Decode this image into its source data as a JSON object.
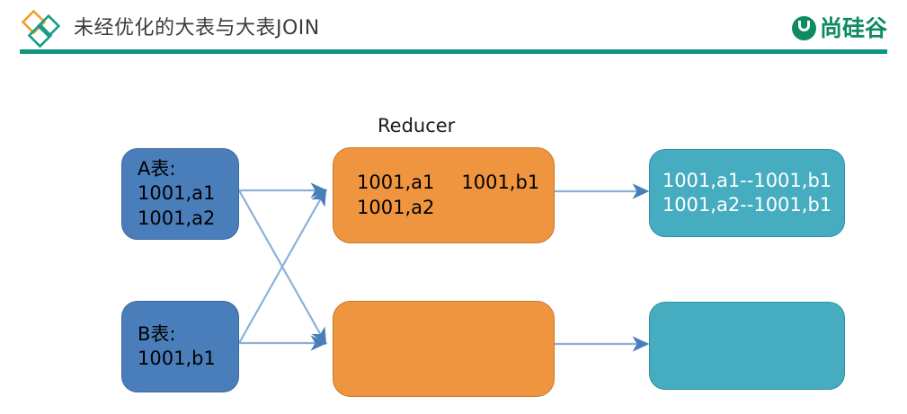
{
  "header": {
    "title": "未经优化的大表与大表JOIN",
    "left_logo_icon": "diamonds-logo-icon",
    "brand_text": "尚硅谷",
    "brand_mark_icon": "sgg-u-circle-icon",
    "rule_color": "#0e9480",
    "brand_color": "#0e8c5f",
    "logo_orange": "#f0a030",
    "logo_teal": "#169b8a"
  },
  "diagram": {
    "reducer_label": "Reducer",
    "colors": {
      "source_fill": "#4a7ebb",
      "source_stroke": "#3a67a0",
      "reducer_fill": "#f0953f",
      "reducer_stroke": "#c87a2c",
      "result_fill": "#46adc0",
      "result_stroke": "#2f8fa3",
      "arrow": "#4a7ebb"
    },
    "source_a": {
      "title": "A表:",
      "rows": [
        "1001,a1",
        "1001,a2"
      ]
    },
    "source_b": {
      "title": "B表:",
      "rows": [
        "1001,b1"
      ]
    },
    "reducer_top": {
      "row1_left": "1001,a1",
      "row1_right": "1001,b1",
      "row2": "1001,a2"
    },
    "reducer_bottom": {
      "text": ""
    },
    "result_top": {
      "rows": [
        "1001,a1--1001,b1",
        "1001,a2--1001,b1"
      ]
    },
    "result_bottom": {
      "rows": []
    }
  }
}
